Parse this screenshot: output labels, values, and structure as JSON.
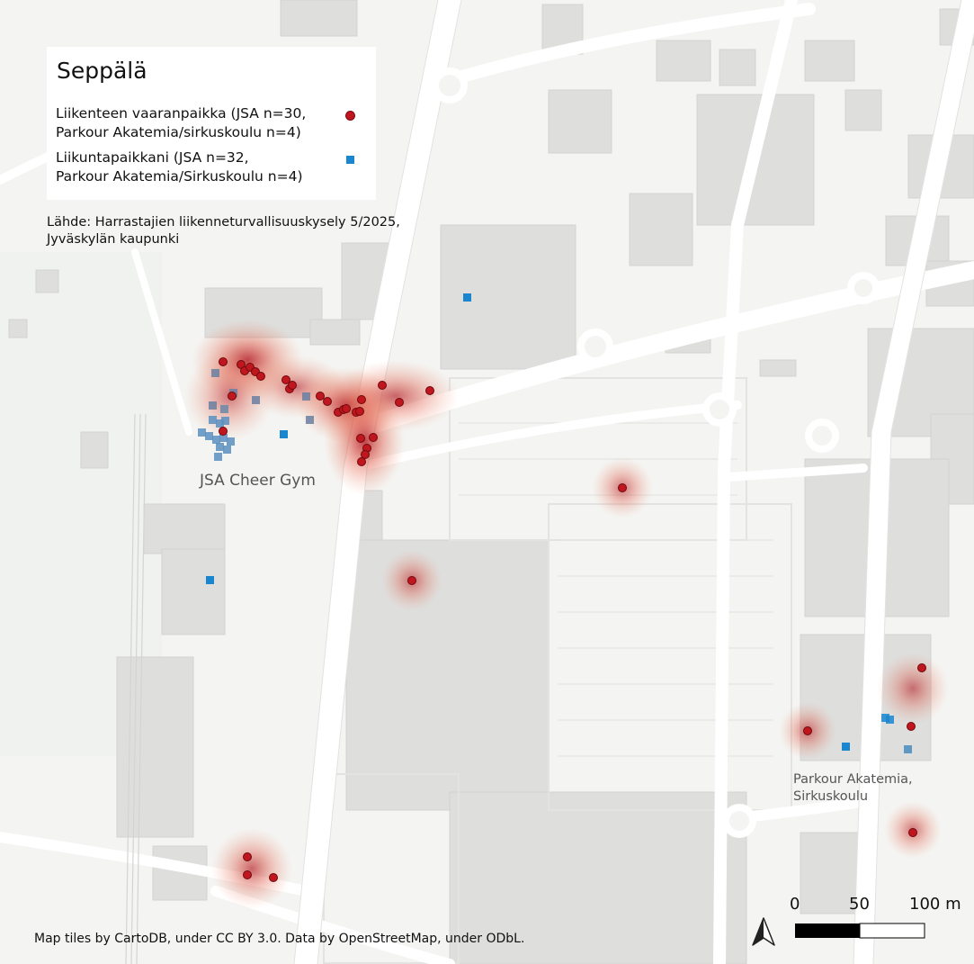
{
  "legend": {
    "title": "Seppälä",
    "hazard_line1": "Liikenteen vaaranpaikka (JSA n=30,",
    "hazard_line2": "Parkour Akatemia/sirkuskoulu n=4)",
    "venue_line1": "Liikuntapaikkani (JSA n=32,",
    "venue_line2": "Parkour Akatemia/Sirkuskoulu n=4)",
    "hazard_color": "#c0161e",
    "venue_color": "#1a86cf"
  },
  "source": {
    "line1": "Lähde: Harrastajien liikenneturvallisuuskysely 5/2025,",
    "line2": "Jyväskylän kaupunki"
  },
  "places": {
    "jsa": "JSA Cheer Gym",
    "parkour_line1": "Parkour Akatemia,",
    "parkour_line2": "Sirkuskoulu"
  },
  "attribution": "Map tiles by CartoDB, under CC BY 3.0. Data by OpenStreetMap, under ODbL.",
  "scalebar": {
    "labels": [
      "0",
      "50",
      "100 m"
    ]
  },
  "icons": {
    "north_arrow": "north-arrow-icon"
  }
}
